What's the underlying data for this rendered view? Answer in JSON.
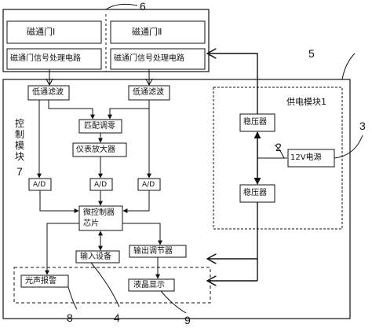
{
  "blocks": {
    "fluxgate_1": "磁通门Ⅰ",
    "fluxgate_2": "磁通门Ⅱ",
    "signal_circuit_1": "磁通门信号处理电路",
    "signal_circuit_2": "磁通门信号处理电路",
    "lowpass_1": "低通滤波",
    "lowpass_2": "低通滤波",
    "matching_zero": "匹配调零",
    "instrument_amp": "仪表放大器",
    "adc_1": "A/D",
    "adc_2": "A/D",
    "adc_3": "A/D",
    "mcu_line1": "微控制器",
    "mcu_line2": "芯片",
    "input_device": "输入设备",
    "output_adjuster": "输出调节器",
    "alarm": "光声报警",
    "lcd": "液晶显示",
    "regulator_top": "稳压器",
    "regulator_bottom": "稳压器",
    "power_12v": "12V电源",
    "power_module": "供电模块1",
    "control_module": "控制模块",
    "control_module_num": "7"
  },
  "callouts": {
    "n2": "2",
    "n3": "3",
    "n4": "4",
    "n5": "5",
    "n6": "6",
    "n8": "8",
    "n9": "9"
  }
}
